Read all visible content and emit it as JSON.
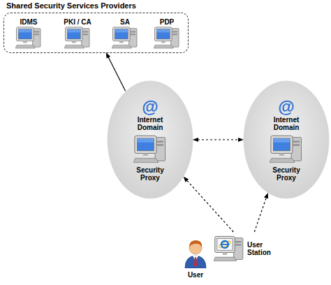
{
  "diagram": {
    "nodes": [
      {
        "text": [
          "Shared Security Services Providers"
        ]
      },
      {
        "text": [
          "IDMS"
        ],
        "in": 0
      },
      {
        "text": [
          "PKI / CA"
        ],
        "in": 0
      },
      {
        "text": [
          "SA"
        ],
        "in": 0
      },
      {
        "text": [
          "PDP"
        ],
        "in": 0
      },
      {
        "text": [
          "@",
          "Internet Domain",
          "Security Proxy"
        ]
      },
      {
        "text": [
          "@",
          "Internet Domain",
          "Security Proxy"
        ]
      },
      {
        "text": [
          "User"
        ]
      },
      {
        "text": [
          "User Station"
        ]
      }
    ],
    "edges": [
      {
        "from": 5,
        "to": 0,
        "arrow": "to"
      },
      {
        "from": 5,
        "to": 6,
        "arrow": "both"
      },
      {
        "from": 8,
        "to": 5,
        "arrow": "to"
      },
      {
        "from": 8,
        "to": 6,
        "arrow": "to"
      }
    ]
  }
}
